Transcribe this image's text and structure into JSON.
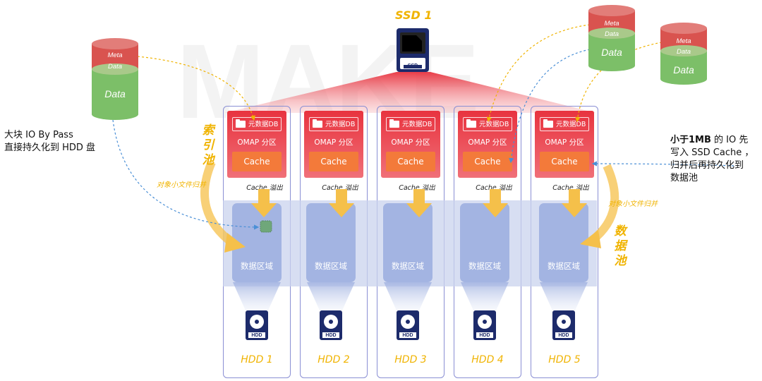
{
  "ssd": {
    "title": "SSD 1",
    "chip_label": "SSD"
  },
  "bypass_note": {
    "line1": "大块 IO By Pass",
    "line2": "直接持久化到 HDD 盘"
  },
  "small_io_note": {
    "bold": "小于1MB",
    "line1_rest": " 的 IO 先",
    "line2": "写入 SSD Cache ，",
    "line3": "归并后再持久化到",
    "line4": "数据池"
  },
  "index_pool_label": [
    "索",
    "引",
    "池"
  ],
  "data_pool_label": [
    "数",
    "据",
    "池"
  ],
  "merge_left": "对象小文件归并",
  "merge_right": "对象小文件归并",
  "cylinders": [
    {
      "meta": "Meta",
      "data_top": "Data",
      "data": "Data"
    },
    {
      "meta": "Meta",
      "data_top": "Data",
      "data": "Data"
    },
    {
      "meta": "Meta",
      "data_top": "Data",
      "data": "Data"
    }
  ],
  "columns": [
    {
      "db": "元数据DB",
      "omap": "OMAP 分区",
      "cache": "Cache",
      "overflow": "Cache 溢出",
      "data_area": "数据区域",
      "hdd_chip": "HDD",
      "hdd": "HDD 1"
    },
    {
      "db": "元数据DB",
      "omap": "OMAP 分区",
      "cache": "Cache",
      "overflow": "Cache 溢出",
      "data_area": "数据区域",
      "hdd_chip": "HDD",
      "hdd": "HDD 2"
    },
    {
      "db": "元数据DB",
      "omap": "OMAP 分区",
      "cache": "Cache",
      "overflow": "Cache 溢出",
      "data_area": "数据区域",
      "hdd_chip": "HDD",
      "hdd": "HDD 3"
    },
    {
      "db": "元数据DB",
      "omap": "OMAP 分区",
      "cache": "Cache",
      "overflow": "Cache 溢出",
      "data_area": "数据区域",
      "hdd_chip": "HDD",
      "hdd": "HDD 4"
    },
    {
      "db": "元数据DB",
      "omap": "OMAP 分区",
      "cache": "Cache",
      "overflow": "Cache 溢出",
      "data_area": "数据区域",
      "hdd_chip": "HDD",
      "hdd": "HDD 5"
    }
  ],
  "colors": {
    "red": "#e8333f",
    "orange": "#f37a3a",
    "yellow": "#f0b300",
    "blue_area": "#a3b4e2",
    "column_border": "#8a8fd4",
    "cyl_red": "#d9534f",
    "cyl_green": "#7cbf68"
  }
}
